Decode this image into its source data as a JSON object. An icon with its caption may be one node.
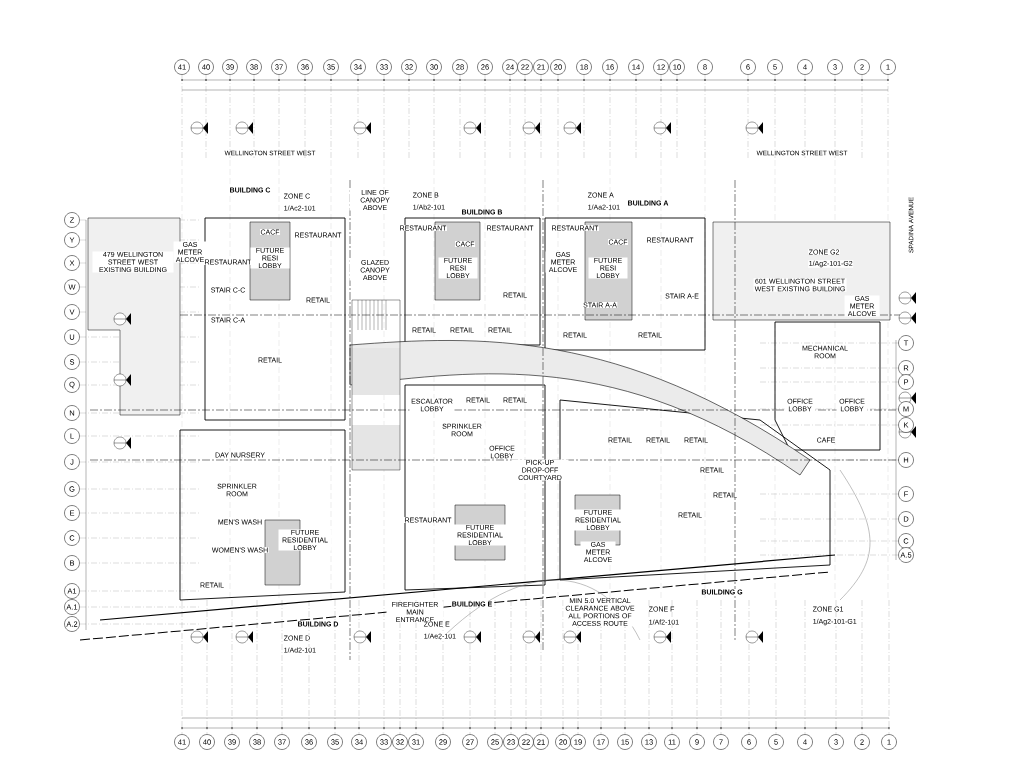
{
  "diagram": {
    "labels": [
      "41",
      "40",
      "39",
      "38",
      "37",
      "36",
      "35",
      "34",
      "33",
      "32",
      "30",
      "28",
      "26",
      "24",
      "22",
      "21",
      "20",
      "18",
      "16",
      "14",
      "12",
      "10",
      "8",
      "6",
      "5",
      "4",
      "3",
      "2",
      "1",
      "WELLINGTON STREET WEST",
      "WELLINGTON STREET WEST",
      "SPADINA AVENUE",
      "ZONE C",
      "1/Ac2-101",
      "ZONE B",
      "1/Ab2-101",
      "ZONE A",
      "1/Aa2-101",
      "ZONE G2",
      "1/Ag2-101-G2",
      "BUILDING C",
      "BUILDING B",
      "BUILDING A",
      "Z",
      "Y",
      "X",
      "W",
      "V",
      "U",
      "S",
      "Q",
      "N",
      "L",
      "J",
      "G",
      "E",
      "C",
      "B",
      "A1",
      "A.1",
      "A.2",
      "T",
      "R",
      "P",
      "M",
      "K",
      "H",
      "F",
      "D",
      "C",
      "A.5",
      "479 WELLINGTON STREET WEST EXISTING BUILDING",
      "GAS METER ALCOVE",
      "RESTAURANT",
      "CACF",
      "FUTURE RESI LOBBY",
      "RESTAURANT",
      "STAIR C-C",
      "RETAIL",
      "STAIR C-A",
      "RETAIL",
      "LINE OF CANOPY ABOVE",
      "GLAZED CANOPY ABOVE",
      "RESTAURANT",
      "CACF",
      "FUTURE RESI LOBBY",
      "RESTAURANT",
      "RETAIL",
      "RETAIL",
      "RETAIL",
      "RETAIL",
      "GAS METER ALCOVE",
      "RESTAURANT",
      "CACF",
      "FUTURE RESI LOBBY",
      "RESTAURANT",
      "STAIR A-A",
      "STAIR A-E",
      "RETAIL",
      "RETAIL",
      "601 WELLINGTON STREET WEST EXISTING BUILDING",
      "GAS METER ALCOVE",
      "MECHANICAL ROOM",
      "OFFICE LOBBY",
      "OFFICE LOBBY",
      "CAFE",
      "ESCALATOR LOBBY",
      "RETAIL",
      "RETAIL",
      "SPRINKLER ROOM",
      "OFFICE LOBBY",
      "PICK-UP DROP-OFF COURTYARD",
      "RESTAURANT",
      "FUTURE RESIDENTIAL LOBBY",
      "RETAIL",
      "RETAIL",
      "RETAIL",
      "RETAIL",
      "RETAIL",
      "RETAIL",
      "FUTURE RESIDENTIAL LOBBY",
      "GAS METER ALCOVE",
      "DAY NURSERY",
      "SPRINKLER ROOM",
      "MEN'S WASH",
      "WOMEN'S WASH",
      "FUTURE RESIDENTIAL LOBBY",
      "RETAIL",
      "FIREFIGHTER MAIN ENTRANCE",
      "MIN 5.0 VERTICAL CLEARANCE ABOVE ALL PORTIONS OF ACCESS ROUTE",
      "BUILDING D",
      "BUILDING E",
      "BUILDING G",
      "ZONE D",
      "1/Ad2-101",
      "ZONE E",
      "1/Ae2-101",
      "ZONE F",
      "1/Af2-101",
      "ZONE G1",
      "1/Ag2-101-G1",
      "41",
      "40",
      "39",
      "38",
      "37",
      "36",
      "35",
      "34",
      "33",
      "32",
      "31",
      "29",
      "27",
      "25",
      "23",
      "22",
      "21",
      "20",
      "19",
      "17",
      "15",
      "13",
      "11",
      "9",
      "7",
      "6",
      "5",
      "4",
      "3",
      "2",
      "1"
    ]
  }
}
